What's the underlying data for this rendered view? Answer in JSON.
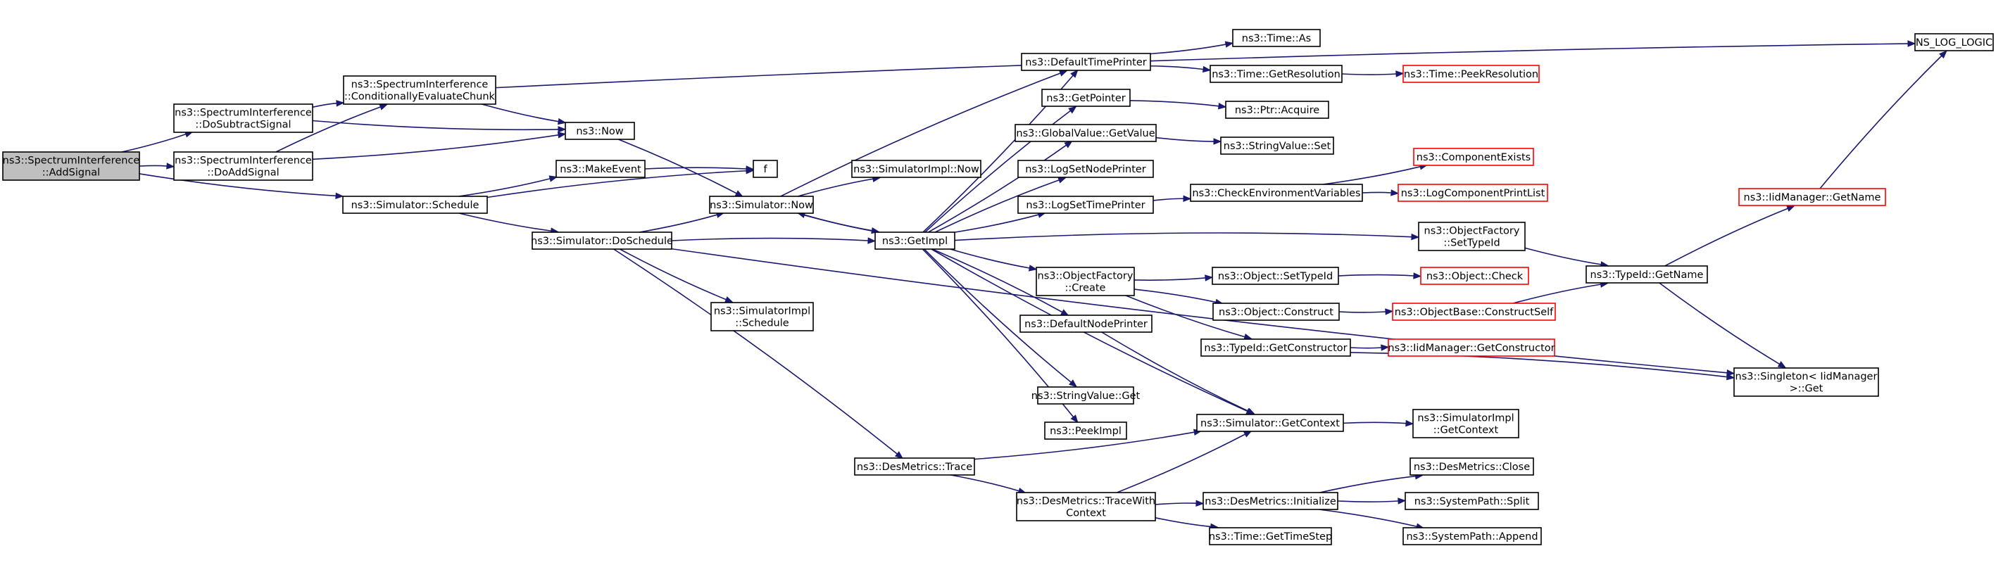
{
  "diagram": {
    "type": "call-graph",
    "colors": {
      "edge": "#191970",
      "node_border": "#000000",
      "external_node_border": "#ff0000",
      "root_fill": "#bfbfbf",
      "node_fill": "#ffffff"
    },
    "nodes": [
      {
        "id": "addsignal",
        "lines": [
          "ns3::SpectrumInterference",
          "::AddSignal"
        ],
        "root": true
      },
      {
        "id": "dosubtract",
        "lines": [
          "ns3::SpectrumInterference",
          "::DoSubtractSignal"
        ]
      },
      {
        "id": "doadd",
        "lines": [
          "ns3::SpectrumInterference",
          "::DoAddSignal"
        ]
      },
      {
        "id": "condeval",
        "lines": [
          "ns3::SpectrumInterference",
          "::ConditionallyEvaluateChunk"
        ]
      },
      {
        "id": "now",
        "lines": [
          "ns3::Now"
        ]
      },
      {
        "id": "f",
        "lines": [
          "f"
        ]
      },
      {
        "id": "makeevent",
        "lines": [
          "ns3::MakeEvent"
        ]
      },
      {
        "id": "simschedule",
        "lines": [
          "ns3::Simulator::Schedule"
        ]
      },
      {
        "id": "simdoschedule",
        "lines": [
          "ns3::Simulator::DoSchedule"
        ]
      },
      {
        "id": "simnow",
        "lines": [
          "ns3::Simulator::Now"
        ]
      },
      {
        "id": "simimplnow",
        "lines": [
          "ns3::SimulatorImpl::Now"
        ]
      },
      {
        "id": "getimpl",
        "lines": [
          "ns3::GetImpl"
        ]
      },
      {
        "id": "simimplsched",
        "lines": [
          "ns3::SimulatorImpl",
          "::Schedule"
        ]
      },
      {
        "id": "destrace",
        "lines": [
          "ns3::DesMetrics::Trace"
        ]
      },
      {
        "id": "destracectx",
        "lines": [
          "ns3::DesMetrics::TraceWith",
          "Context"
        ]
      },
      {
        "id": "deftimeprinter",
        "lines": [
          "ns3::DefaultTimePrinter"
        ]
      },
      {
        "id": "getpointer",
        "lines": [
          "ns3::GetPointer"
        ]
      },
      {
        "id": "gvgetvalue",
        "lines": [
          "ns3::GlobalValue::GetValue"
        ]
      },
      {
        "id": "logsetnode",
        "lines": [
          "ns3::LogSetNodePrinter"
        ]
      },
      {
        "id": "logsettime",
        "lines": [
          "ns3::LogSetTimePrinter"
        ]
      },
      {
        "id": "ofcreate",
        "lines": [
          "ns3::ObjectFactory",
          "::Create"
        ]
      },
      {
        "id": "defnodeprinter",
        "lines": [
          "ns3::DefaultNodePrinter"
        ]
      },
      {
        "id": "svget",
        "lines": [
          "ns3::StringValue::Get"
        ]
      },
      {
        "id": "peekimpl",
        "lines": [
          "ns3::PeekImpl"
        ]
      },
      {
        "id": "timeas",
        "lines": [
          "ns3::Time::As"
        ]
      },
      {
        "id": "timegetres",
        "lines": [
          "ns3::Time::GetResolution"
        ]
      },
      {
        "id": "timepeekres",
        "lines": [
          "ns3::Time::PeekResolution"
        ],
        "external": true
      },
      {
        "id": "ptracquire",
        "lines": [
          "ns3::Ptr::Acquire"
        ]
      },
      {
        "id": "svset",
        "lines": [
          "ns3::StringValue::Set"
        ]
      },
      {
        "id": "checkenv",
        "lines": [
          "ns3::CheckEnvironmentVariables"
        ]
      },
      {
        "id": "compexists",
        "lines": [
          "ns3::ComponentExists"
        ],
        "external": true
      },
      {
        "id": "logcompprint",
        "lines": [
          "ns3::LogComponentPrintList"
        ],
        "external": true
      },
      {
        "id": "objsettypeid",
        "lines": [
          "ns3::Object::SetTypeId"
        ]
      },
      {
        "id": "objconstruct",
        "lines": [
          "ns3::Object::Construct"
        ]
      },
      {
        "id": "objcheck",
        "lines": [
          "ns3::Object::Check"
        ],
        "external": true
      },
      {
        "id": "objbasecs",
        "lines": [
          "ns3::ObjectBase::ConstructSelf"
        ],
        "external": true
      },
      {
        "id": "typeidgetctor",
        "lines": [
          "ns3::TypeId::GetConstructor"
        ]
      },
      {
        "id": "iidgetctor",
        "lines": [
          "ns3::IidManager::GetConstructor"
        ],
        "external": true
      },
      {
        "id": "simgetctx",
        "lines": [
          "ns3::Simulator::GetContext"
        ]
      },
      {
        "id": "simimplgetctx",
        "lines": [
          "ns3::SimulatorImpl",
          "::GetContext"
        ]
      },
      {
        "id": "desinit",
        "lines": [
          "ns3::DesMetrics::Initialize"
        ]
      },
      {
        "id": "desclose",
        "lines": [
          "ns3::DesMetrics::Close"
        ]
      },
      {
        "id": "spsplit",
        "lines": [
          "ns3::SystemPath::Split"
        ]
      },
      {
        "id": "spappend",
        "lines": [
          "ns3::SystemPath::Append"
        ]
      },
      {
        "id": "timegetstep",
        "lines": [
          "ns3::Time::GetTimeStep"
        ]
      },
      {
        "id": "ofsettypeid",
        "lines": [
          "ns3::ObjectFactory",
          "::SetTypeId"
        ]
      },
      {
        "id": "typeidgetname",
        "lines": [
          "ns3::TypeId::GetName"
        ]
      },
      {
        "id": "iidgetname",
        "lines": [
          "ns3::IidManager::GetName"
        ],
        "external": true
      },
      {
        "id": "nsloglogic",
        "lines": [
          "NS_LOG_LOGIC"
        ]
      },
      {
        "id": "singleton",
        "lines": [
          "ns3::Singleton< IidManager",
          " >::Get"
        ]
      }
    ],
    "edges": [
      [
        "addsignal",
        "dosubtract"
      ],
      [
        "addsignal",
        "doadd"
      ],
      [
        "addsignal",
        "simschedule"
      ],
      [
        "dosubtract",
        "condeval"
      ],
      [
        "dosubtract",
        "now"
      ],
      [
        "doadd",
        "condeval"
      ],
      [
        "doadd",
        "now"
      ],
      [
        "condeval",
        "nsloglogic"
      ],
      [
        "condeval",
        "now"
      ],
      [
        "now",
        "simnow"
      ],
      [
        "simschedule",
        "makeevent"
      ],
      [
        "simschedule",
        "f"
      ],
      [
        "simschedule",
        "simdoschedule"
      ],
      [
        "makeevent",
        "f"
      ],
      [
        "simdoschedule",
        "simnow"
      ],
      [
        "simdoschedule",
        "getimpl"
      ],
      [
        "simdoschedule",
        "simimplsched"
      ],
      [
        "simdoschedule",
        "destrace"
      ],
      [
        "simdoschedule",
        "singleton"
      ],
      [
        "simnow",
        "simimplnow"
      ],
      [
        "simnow",
        "getimpl"
      ],
      [
        "getimpl",
        "simnow"
      ],
      [
        "getimpl",
        "deftimeprinter"
      ],
      [
        "getimpl",
        "getpointer"
      ],
      [
        "getimpl",
        "gvgetvalue"
      ],
      [
        "getimpl",
        "logsetnode"
      ],
      [
        "getimpl",
        "logsettime"
      ],
      [
        "getimpl",
        "ofsettypeid"
      ],
      [
        "getimpl",
        "ofcreate"
      ],
      [
        "getimpl",
        "defnodeprinter"
      ],
      [
        "getimpl",
        "svget"
      ],
      [
        "getimpl",
        "peekimpl"
      ],
      [
        "getimpl",
        "simgetctx"
      ],
      [
        "simnow",
        "deftimeprinter"
      ],
      [
        "deftimeprinter",
        "timeas"
      ],
      [
        "deftimeprinter",
        "timegetres"
      ],
      [
        "timegetres",
        "timepeekres"
      ],
      [
        "getpointer",
        "ptracquire"
      ],
      [
        "gvgetvalue",
        "svset"
      ],
      [
        "logsettime",
        "checkenv"
      ],
      [
        "checkenv",
        "compexists"
      ],
      [
        "checkenv",
        "logcompprint"
      ],
      [
        "ofcreate",
        "objsettypeid"
      ],
      [
        "ofcreate",
        "objconstruct"
      ],
      [
        "ofcreate",
        "typeidgetctor"
      ],
      [
        "objsettypeid",
        "objcheck"
      ],
      [
        "objconstruct",
        "objbasecs"
      ],
      [
        "objbasecs",
        "typeidgetname"
      ],
      [
        "typeidgetctor",
        "iidgetctor"
      ],
      [
        "typeidgetctor",
        "singleton"
      ],
      [
        "defnodeprinter",
        "simgetctx"
      ],
      [
        "simgetctx",
        "simimplgetctx"
      ],
      [
        "destrace",
        "simgetctx"
      ],
      [
        "destrace",
        "destracectx"
      ],
      [
        "destracectx",
        "simgetctx"
      ],
      [
        "destracectx",
        "desinit"
      ],
      [
        "destracectx",
        "timegetstep"
      ],
      [
        "desinit",
        "desclose"
      ],
      [
        "desinit",
        "spsplit"
      ],
      [
        "desinit",
        "spappend"
      ],
      [
        "ofsettypeid",
        "typeidgetname"
      ],
      [
        "typeidgetname",
        "iidgetname"
      ],
      [
        "typeidgetname",
        "singleton"
      ],
      [
        "iidgetname",
        "nsloglogic"
      ]
    ]
  }
}
